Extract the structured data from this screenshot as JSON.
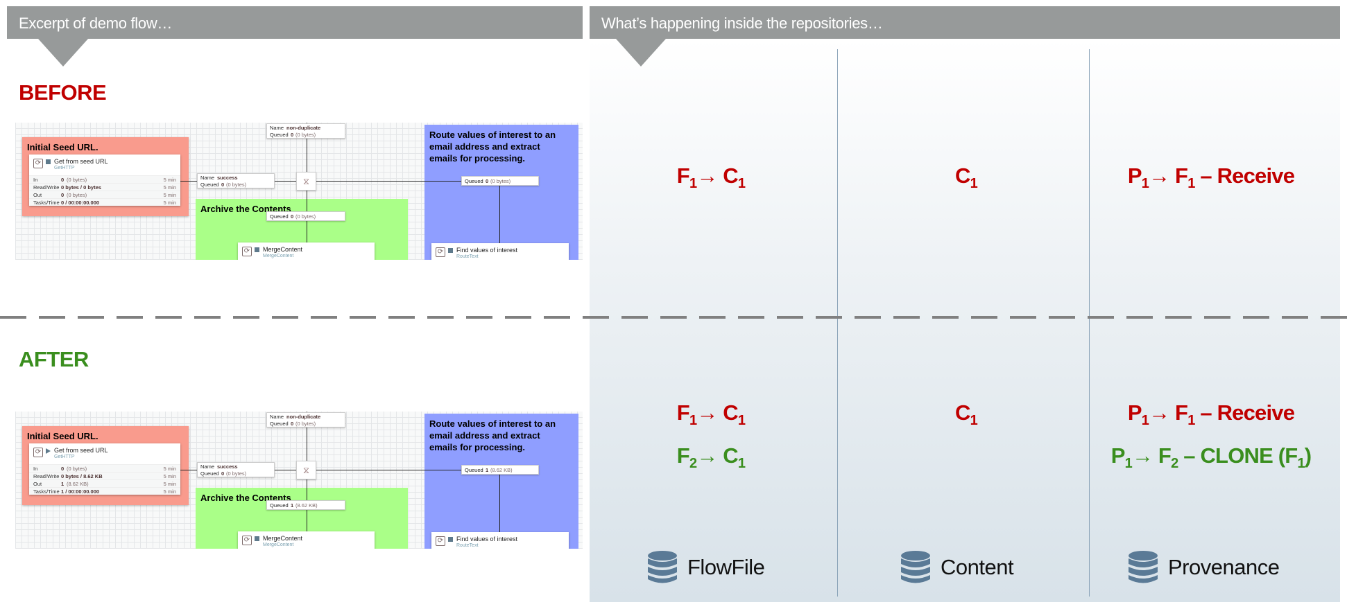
{
  "header": {
    "left_title": "Excerpt of demo flow…",
    "right_title": "What’s happening inside the repositories…"
  },
  "sections": {
    "before": "BEFORE",
    "after": "AFTER"
  },
  "colors": {
    "header": "#979a9a",
    "before": "#c00000",
    "after": "#3a8e1e",
    "seed_group": "#f99b8d",
    "archive_group": "#aaff88",
    "route_group": "#8f9eff"
  },
  "flows": {
    "before": {
      "seed_group": "Initial Seed URL.",
      "processor": {
        "name": "Get from seed URL",
        "type": "GetHTTP",
        "status": "stopped",
        "stats": [
          {
            "label": "In",
            "value": "0",
            "detail": "(0 bytes)",
            "window": "5 min"
          },
          {
            "label": "Read/Write",
            "value": "0 bytes / 0 bytes",
            "detail": "",
            "window": "5 min"
          },
          {
            "label": "Out",
            "value": "0",
            "detail": "(0 bytes)",
            "window": "5 min"
          },
          {
            "label": "Tasks/Time",
            "value": "0 / 00:00:00.000",
            "detail": "",
            "window": "5 min"
          }
        ]
      },
      "top_conn": {
        "name_label": "Name",
        "name": "non-duplicate",
        "queued_label": "Queued",
        "count": "0",
        "size": "(0 bytes)"
      },
      "success_conn": {
        "name_label": "Name",
        "name": "success",
        "queued_label": "Queued",
        "count": "0",
        "size": "(0 bytes)"
      },
      "archive_group": "Archive the Contents",
      "archive_conn": {
        "queued_label": "Queued",
        "count": "0",
        "size": "(0 bytes)"
      },
      "merge": {
        "name": "MergeContent",
        "type": "MergeContent"
      },
      "route_group": "Route values of interest to an email address and extract emails for processing.",
      "route_conn": {
        "queued_label": "Queued",
        "count": "0",
        "size": "(0 bytes)"
      },
      "find": {
        "name": "Find values of interest",
        "type": "RouteText"
      }
    },
    "after": {
      "seed_group": "Initial Seed URL.",
      "processor": {
        "name": "Get from seed URL",
        "type": "GetHTTP",
        "status": "running",
        "stats": [
          {
            "label": "In",
            "value": "0",
            "detail": "(0 bytes)",
            "window": "5 min"
          },
          {
            "label": "Read/Write",
            "value": "0 bytes / 8.62 KB",
            "detail": "",
            "window": "5 min"
          },
          {
            "label": "Out",
            "value": "1",
            "detail": "(8.62 KB)",
            "window": "5 min"
          },
          {
            "label": "Tasks/Time",
            "value": "1 / 00:00:00.000",
            "detail": "",
            "window": "5 min"
          }
        ]
      },
      "top_conn": {
        "name_label": "Name",
        "name": "non-duplicate",
        "queued_label": "Queued",
        "count": "0",
        "size": "(0 bytes)"
      },
      "success_conn": {
        "name_label": "Name",
        "name": "success",
        "queued_label": "Queued",
        "count": "0",
        "size": "(0 bytes)"
      },
      "archive_group": "Archive the Contents",
      "archive_conn": {
        "queued_label": "Queued",
        "count": "1",
        "size": "(8.62 KB)"
      },
      "merge": {
        "name": "MergeContent",
        "type": "MergeContent"
      },
      "route_group": "Route values of interest to an email address and extract emails for processing.",
      "route_conn": {
        "queued_label": "Queued",
        "count": "1",
        "size": "(8.62 KB)"
      },
      "find": {
        "name": "Find values of interest",
        "type": "RouteText"
      }
    }
  },
  "repos": {
    "before": {
      "flowfile": [
        {
          "color": "red",
          "parts": [
            [
              "F",
              ""
            ],
            [
              "1",
              "s"
            ],
            [
              "→ C",
              ""
            ],
            [
              "1",
              "s"
            ]
          ]
        }
      ],
      "content": [
        {
          "color": "red",
          "parts": [
            [
              "C",
              ""
            ],
            [
              "1",
              "s"
            ]
          ]
        }
      ],
      "provenance": [
        {
          "color": "red",
          "parts": [
            [
              "P",
              ""
            ],
            [
              "1",
              "s"
            ],
            [
              "→ F",
              ""
            ],
            [
              "1",
              "s"
            ],
            [
              " – Receive",
              ""
            ]
          ]
        }
      ]
    },
    "after": {
      "flowfile": [
        {
          "color": "red",
          "parts": [
            [
              "F",
              ""
            ],
            [
              "1",
              "s"
            ],
            [
              "→ C",
              ""
            ],
            [
              "1",
              "s"
            ]
          ]
        },
        {
          "color": "green",
          "parts": [
            [
              "F",
              ""
            ],
            [
              "2",
              "s"
            ],
            [
              "→ C",
              ""
            ],
            [
              "1",
              "s"
            ]
          ]
        }
      ],
      "content": [
        {
          "color": "red",
          "parts": [
            [
              "C",
              ""
            ],
            [
              "1",
              "s"
            ]
          ]
        }
      ],
      "provenance": [
        {
          "color": "red",
          "parts": [
            [
              "P",
              ""
            ],
            [
              "1",
              "s"
            ],
            [
              "→ F",
              ""
            ],
            [
              "1",
              "s"
            ],
            [
              " – Receive",
              ""
            ]
          ]
        },
        {
          "color": "green",
          "parts": [
            [
              "P",
              ""
            ],
            [
              "1",
              "s"
            ],
            [
              "→ F",
              ""
            ],
            [
              "2",
              "s"
            ],
            [
              " – CLONE (F",
              ""
            ],
            [
              "1",
              "s"
            ],
            [
              ")",
              ""
            ]
          ]
        }
      ]
    },
    "labels": {
      "flowfile": "FlowFile",
      "content": "Content",
      "provenance": "Provenance"
    }
  }
}
